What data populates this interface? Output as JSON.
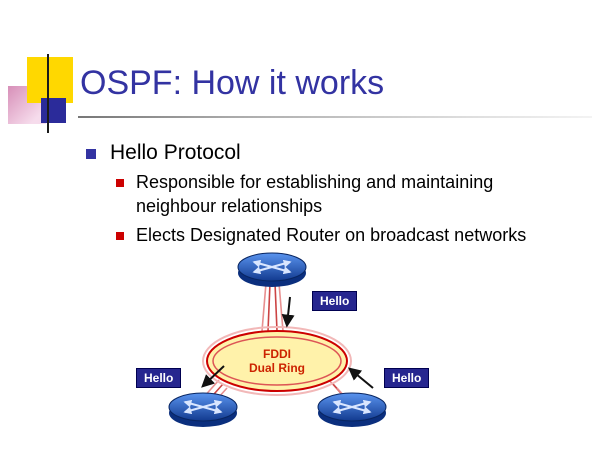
{
  "slide": {
    "title": "OSPF: How it works",
    "bullet": "Hello Protocol",
    "sub_bullets": [
      "Responsible for establishing and maintaining neighbour relationships",
      "Elects Designated Router on broadcast networks"
    ]
  },
  "diagram": {
    "ring_label": {
      "line1": "FDDI",
      "line2": "Dual Ring"
    },
    "hello_top": "Hello",
    "hello_left": "Hello",
    "hello_right": "Hello",
    "icons": {
      "router": "router-icon",
      "arrow": "hello-direction-arrow-icon"
    },
    "colors": {
      "router_blue": "#2b62c9",
      "ring_fill": "#fff2aa",
      "ring_stroke": "#cc0000",
      "hello_bg": "#26268f",
      "link_pink": "#e06666",
      "label_red": "#cc2200"
    }
  },
  "colors": {
    "title": "#3333a2",
    "bullet_level1": "#3333a2",
    "bullet_level2": "#cc0000"
  }
}
